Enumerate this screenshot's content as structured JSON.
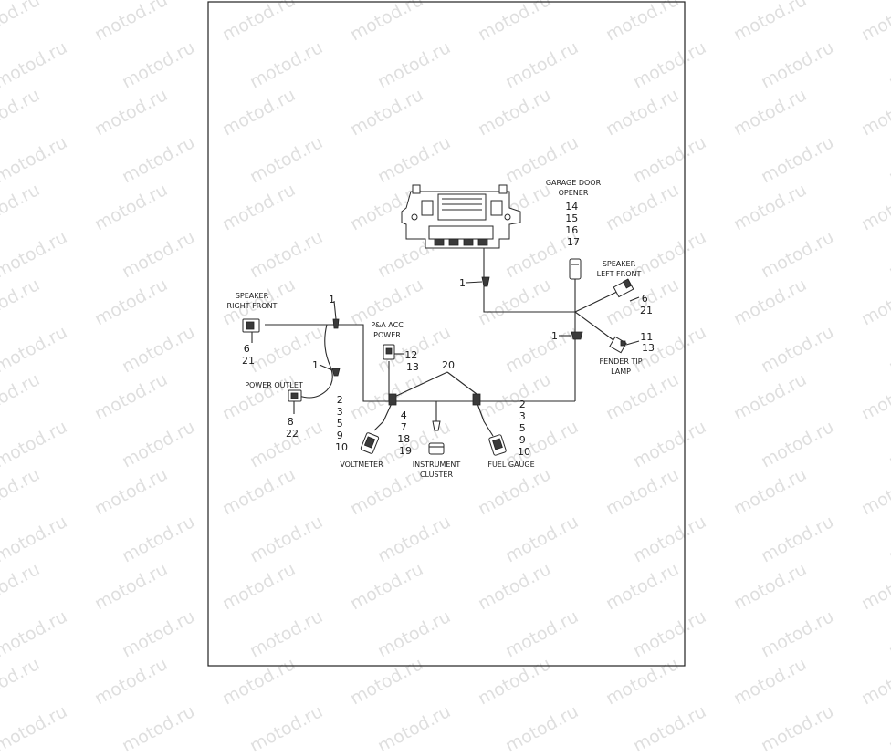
{
  "watermark": "motod.ru",
  "labels": {
    "speaker_right_front": [
      "SPEAKER",
      "RIGHT FRONT"
    ],
    "speaker_left_front": [
      "SPEAKER",
      "LEFT FRONT"
    ],
    "garage_door_opener": [
      "GARAGE DOOR",
      "OPENER"
    ],
    "pa_acc_power": [
      "P&A ACC",
      "POWER"
    ],
    "power_outlet": [
      "POWER OUTLET"
    ],
    "fender_tip_lamp": [
      "FENDER TIP",
      "LAMP"
    ],
    "voltmeter": [
      "VOLTMETER"
    ],
    "instrument_cluster": [
      "INSTRUMENT",
      "CLUSTER"
    ],
    "fuel_gauge": [
      "FUEL GAUGE"
    ]
  },
  "callouts": {
    "clip_top": "1",
    "clip_speaker_right": "1",
    "clip_power_outlet": "1",
    "clip_right": "1",
    "garage_door": [
      "14",
      "15",
      "16",
      "17"
    ],
    "speaker_left": [
      "6",
      "21"
    ],
    "fender_tip": [
      "11",
      "13"
    ],
    "speaker_right": [
      "6",
      "21"
    ],
    "pa_acc": [
      "12",
      "13"
    ],
    "harness": "20",
    "power_outlet": [
      "8",
      "22"
    ],
    "voltmeter": [
      "2",
      "3",
      "5",
      "9",
      "10"
    ],
    "instrument": [
      "4",
      "7",
      "18",
      "19"
    ],
    "fuel_gauge": [
      "2",
      "3",
      "5",
      "9",
      "10"
    ]
  }
}
